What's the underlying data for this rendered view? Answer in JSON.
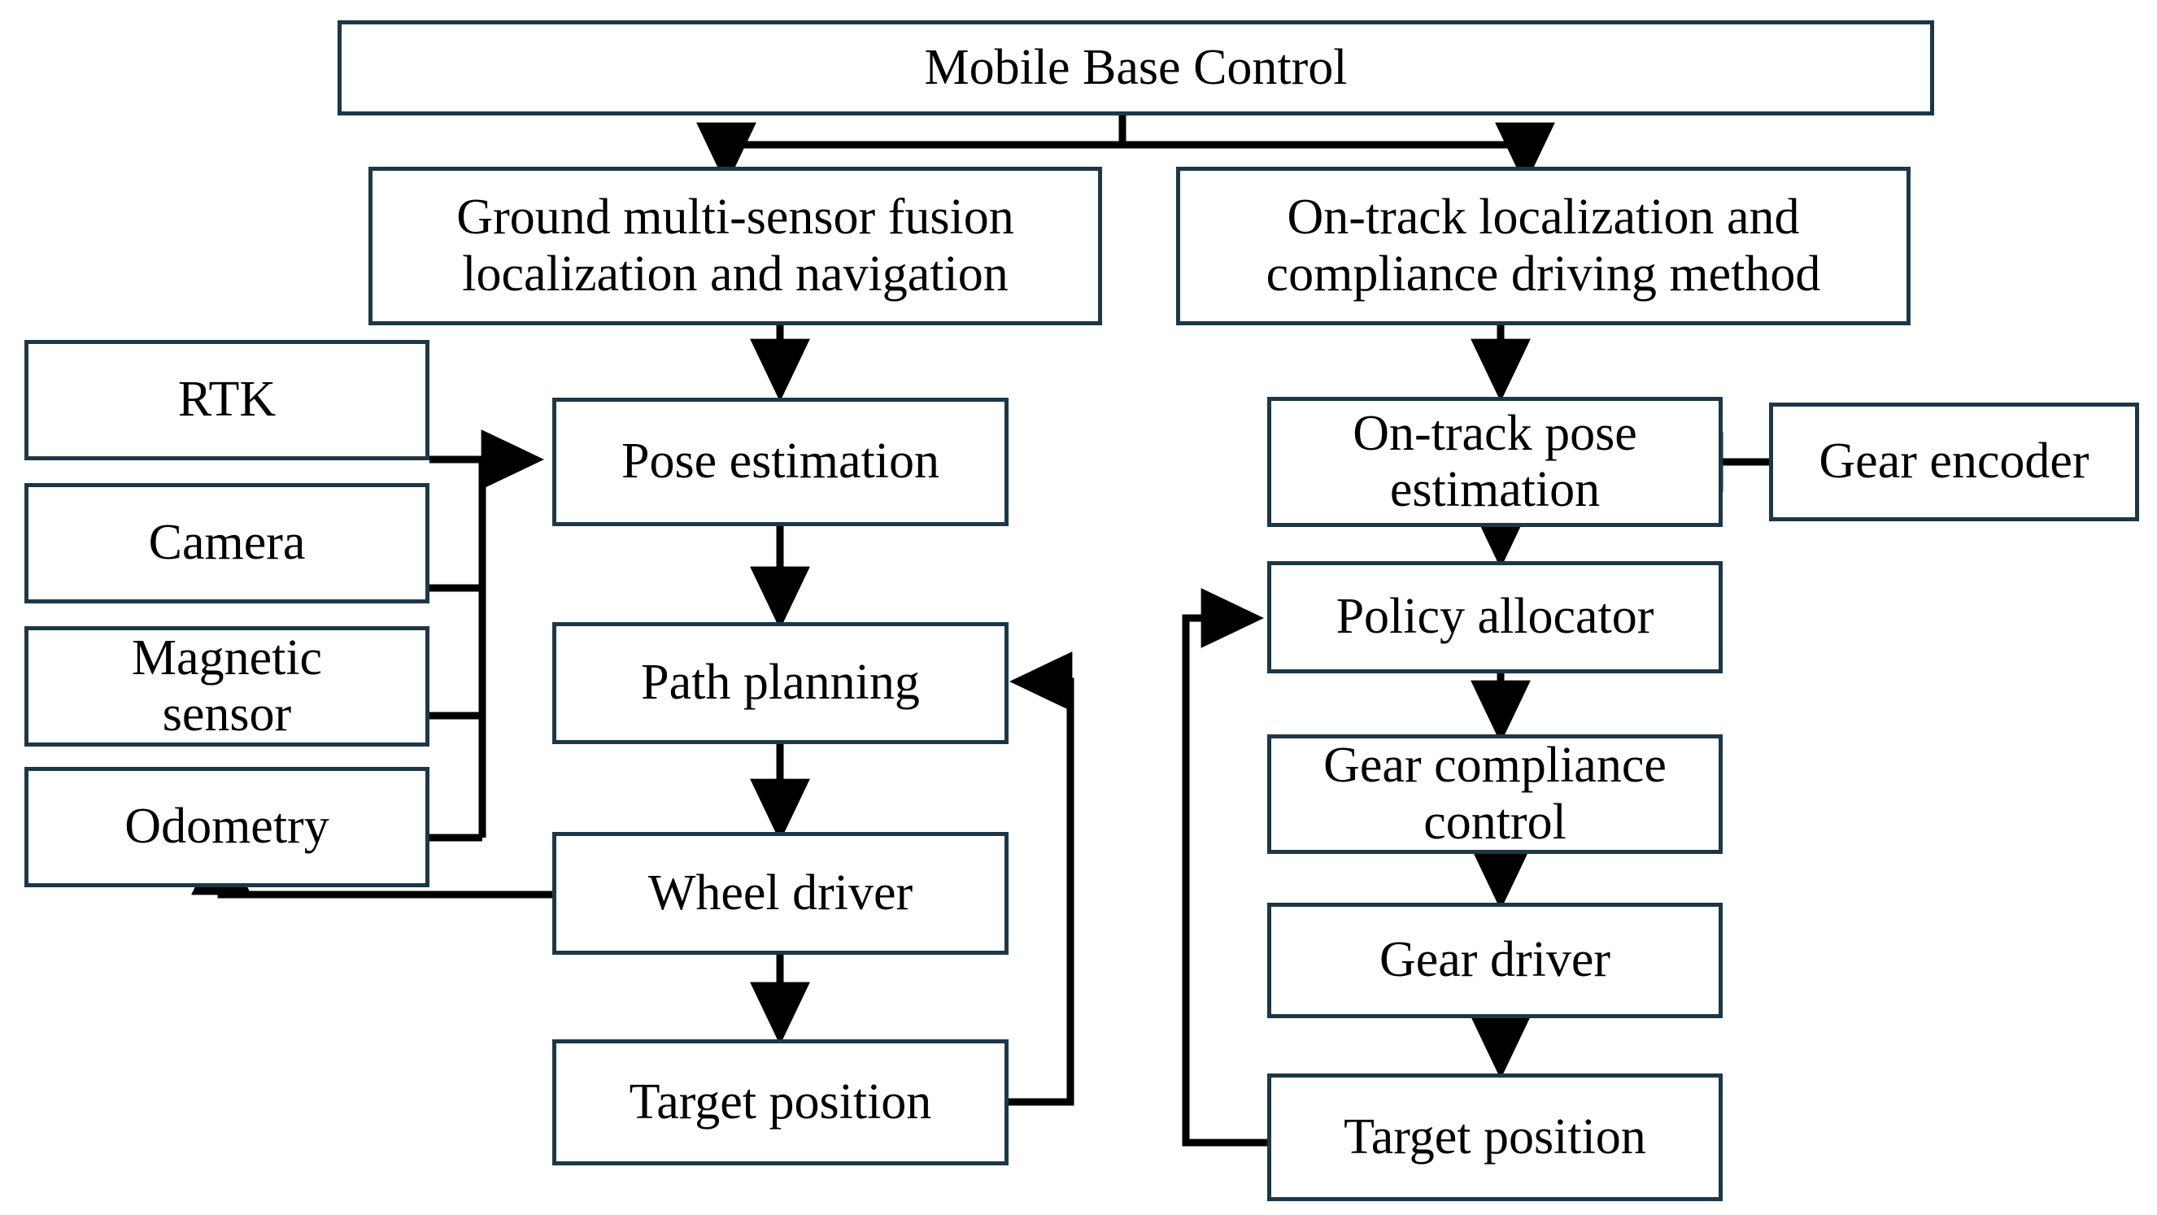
{
  "diagram": {
    "title": "Mobile Base Control architecture",
    "border_color": "#1d3747",
    "wire_color": "#000000",
    "background": "#ffffff",
    "text_color": "#000000"
  },
  "nodes": {
    "root": {
      "label": "Mobile Base Control"
    },
    "branch_left": {
      "label": "Ground multi-sensor fusion\nlocalization and navigation"
    },
    "branch_right": {
      "label": "On-track localization and\ncompliance driving method"
    },
    "rtk": {
      "label": "RTK"
    },
    "camera": {
      "label": "Camera"
    },
    "magnetic_sensor": {
      "label": "Magnetic\nsensor"
    },
    "odometry": {
      "label": "Odometry"
    },
    "pose_estimation": {
      "label": "Pose estimation"
    },
    "path_planning": {
      "label": "Path planning"
    },
    "wheel_driver": {
      "label": "Wheel driver"
    },
    "target_position_left": {
      "label": "Target position"
    },
    "on_track_pose_estimation": {
      "label": "On-track pose\nestimation"
    },
    "gear_encoder": {
      "label": "Gear encoder"
    },
    "policy_allocator": {
      "label": "Policy allocator"
    },
    "gear_compliance_control": {
      "label": "Gear compliance\ncontrol"
    },
    "gear_driver": {
      "label": "Gear driver"
    },
    "target_position_right": {
      "label": "Target position"
    }
  },
  "edges": [
    {
      "name": "root-to-branch-left",
      "from": "root",
      "to": "branch_left",
      "arrow": true
    },
    {
      "name": "root-to-branch-right",
      "from": "root",
      "to": "branch_right",
      "arrow": true
    },
    {
      "name": "branch-left-to-pose-estimation",
      "from": "branch_left",
      "to": "pose_estimation",
      "arrow": true
    },
    {
      "name": "sensor-bus-to-pose-estimation",
      "from": "sensor_bus",
      "to": "pose_estimation",
      "arrow": true
    },
    {
      "name": "rtk-to-bus",
      "from": "rtk",
      "to": "sensor_bus",
      "arrow": false
    },
    {
      "name": "camera-to-bus",
      "from": "camera",
      "to": "sensor_bus",
      "arrow": false
    },
    {
      "name": "magnetic-sensor-to-bus",
      "from": "magnetic_sensor",
      "to": "sensor_bus",
      "arrow": false
    },
    {
      "name": "odometry-to-bus",
      "from": "odometry",
      "to": "sensor_bus",
      "arrow": false
    },
    {
      "name": "pose-estimation-to-path-planning",
      "from": "pose_estimation",
      "to": "path_planning",
      "arrow": true
    },
    {
      "name": "path-planning-to-wheel-driver",
      "from": "path_planning",
      "to": "wheel_driver",
      "arrow": true
    },
    {
      "name": "wheel-driver-to-target-position-left",
      "from": "wheel_driver",
      "to": "target_position_left",
      "arrow": true
    },
    {
      "name": "wheel-driver-to-odometry-feedback",
      "from": "wheel_driver",
      "to": "odometry",
      "arrow": true
    },
    {
      "name": "target-position-left-to-path-planning-feedback",
      "from": "target_position_left",
      "to": "path_planning",
      "arrow": true
    },
    {
      "name": "branch-right-to-on-track-pose-estimation",
      "from": "branch_right",
      "to": "on_track_pose_estimation",
      "arrow": true
    },
    {
      "name": "gear-encoder-to-on-track-pose-estimation",
      "from": "gear_encoder",
      "to": "on_track_pose_estimation",
      "arrow": true
    },
    {
      "name": "on-track-pose-estimation-to-policy-allocator",
      "from": "on_track_pose_estimation",
      "to": "policy_allocator",
      "arrow": true
    },
    {
      "name": "policy-allocator-to-gear-compliance-control",
      "from": "policy_allocator",
      "to": "gear_compliance_control",
      "arrow": true
    },
    {
      "name": "gear-compliance-control-to-gear-driver",
      "from": "gear_compliance_control",
      "to": "gear_driver",
      "arrow": true
    },
    {
      "name": "gear-driver-to-target-position-right",
      "from": "gear_driver",
      "to": "target_position_right",
      "arrow": true
    },
    {
      "name": "target-position-right-to-policy-allocator-feedback",
      "from": "target_position_right",
      "to": "policy_allocator",
      "arrow": true
    }
  ]
}
